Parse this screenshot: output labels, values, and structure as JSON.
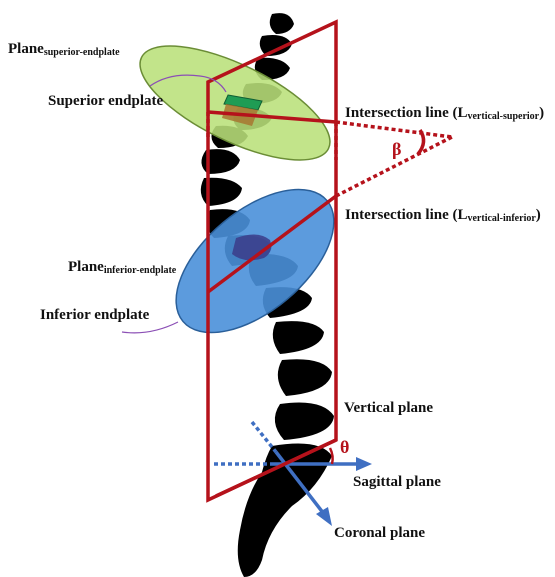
{
  "labels": {
    "plane_superior_main": "Plane",
    "plane_superior_sub": "superior-endplate",
    "superior_endplate": "Superior endplate",
    "intersection_superior_prefix": "Intersection line (L",
    "intersection_superior_sub": "vertical-superior",
    "intersection_superior_suffix": ")",
    "beta": "β",
    "intersection_inferior_prefix": "Intersection line (L",
    "intersection_inferior_sub": "vertical-inferior",
    "intersection_inferior_suffix": ")",
    "plane_inferior_main": "Plane",
    "plane_inferior_sub": "inferior-endplate",
    "inferior_endplate": "Inferior endplate",
    "vertical_plane": "Vertical plane",
    "theta": "θ",
    "sagittal_plane": "Sagittal plane",
    "coronal_plane": "Coronal plane"
  },
  "colors": {
    "frame_red": "#b5121b",
    "superior_plane_fill": "#b9e07a",
    "inferior_plane_fill": "#4a90d9",
    "axis_blue": "#3f6fc2",
    "leader_purple": "#8b4fb5",
    "spine_black": "#000000"
  }
}
